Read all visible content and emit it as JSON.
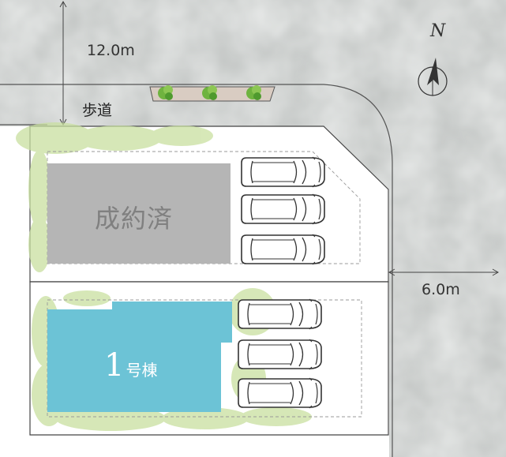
{
  "roads": {
    "north_width_label": "12.0m",
    "east_width_label": "6.0m",
    "sidewalk_label": "歩道"
  },
  "compass": {
    "label": "N"
  },
  "lots": [
    {
      "id": "sold-lot",
      "label": "成約済",
      "status": "sold",
      "color": "#b5b5b5",
      "parking_spaces": 3
    },
    {
      "id": "lot-1",
      "number": "1",
      "suffix": "号棟",
      "status": "available",
      "color": "#6cc3d6",
      "parking_spaces": 3
    }
  ],
  "colors": {
    "road": "#e7e9e8",
    "lot_outline": "#555555",
    "greenery": "#c9e0a0",
    "tree": "#6fb33f",
    "planter": "#d9ccc2"
  }
}
